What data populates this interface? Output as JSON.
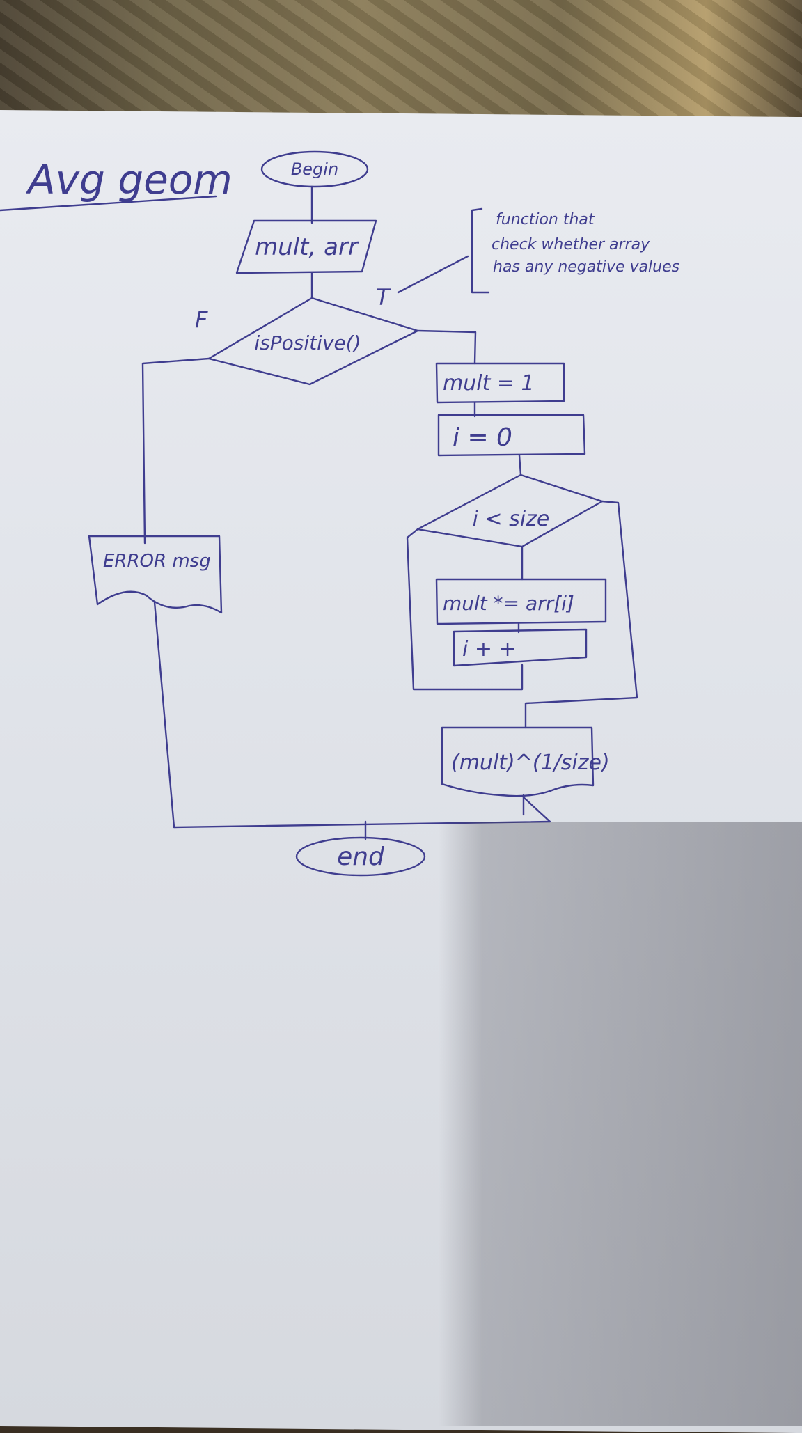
{
  "title": "Avg geom",
  "nodes": {
    "begin": "Begin",
    "input": "mult, arr",
    "decision": "isPositive()",
    "true_label": "T",
    "false_label": "F",
    "error": "ERROR msg",
    "init_mult": "mult = 1",
    "init_i": "i = 0",
    "loop": "i < size",
    "body": "mult *= arr[i]",
    "increment": "i + +",
    "output": "(mult)^(1/size)",
    "end": "end"
  },
  "note": {
    "line1": "function that",
    "line2": "check whether array",
    "line3": "has any negative values"
  },
  "colors": {
    "ink": "#3f3d8f",
    "paper": "#e3e6ec"
  }
}
